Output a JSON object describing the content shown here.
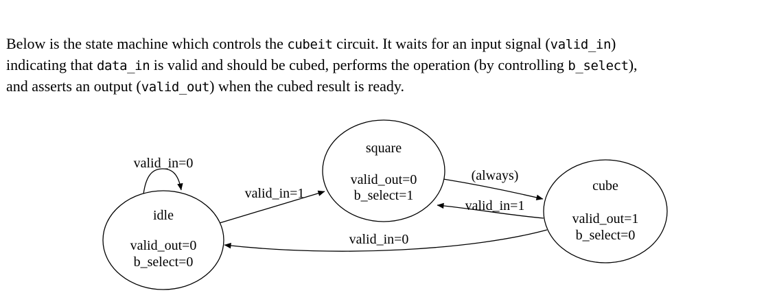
{
  "page": {
    "background_color": "#ffffff",
    "text_color": "#000000"
  },
  "paragraph": {
    "lines": [
      {
        "segments": [
          "Below is the state machine which controls the ",
          "cubeit",
          " circuit. It waits for an input signal (",
          "valid_in",
          ")"
        ]
      },
      {
        "segments": [
          "indicating that ",
          "data_in",
          " is valid and should be cubed, performs the operation (by controlling ",
          "b_select",
          "),"
        ]
      },
      {
        "segments": [
          "and asserts an output (",
          "valid_out",
          ") when the cubed result is ready."
        ]
      }
    ]
  },
  "diagram": {
    "type": "state-machine",
    "states": [
      {
        "name": "idle",
        "output1": "valid_out=0",
        "output2": "b_select=0"
      },
      {
        "name": "square",
        "output1": "valid_out=0",
        "output2": "b_select=1"
      },
      {
        "name": "cube",
        "output1": "valid_out=1",
        "output2": "b_select=0"
      }
    ],
    "transitions": [
      {
        "from": "idle",
        "to": "idle",
        "label": "valid_in=0"
      },
      {
        "from": "idle",
        "to": "square",
        "label": "valid_in=1"
      },
      {
        "from": "square",
        "to": "cube",
        "label": "(always)"
      },
      {
        "from": "cube",
        "to": "square",
        "label": "valid_in=1"
      },
      {
        "from": "cube",
        "to": "idle",
        "label": "valid_in=0"
      }
    ]
  }
}
